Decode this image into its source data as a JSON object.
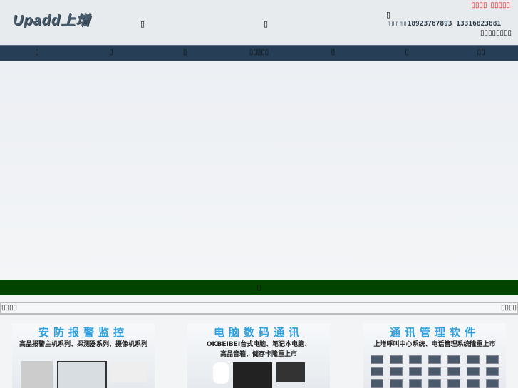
{
  "header": {
    "logo": "Upadd上增",
    "glyph1": "▯",
    "glyph2": "▯",
    "glyph3": "▯",
    "top_links": [
      "▯▯▯▯",
      "▯▯▯▯▯"
    ],
    "phone": "▯▯▯▯▯18923767893 13316823881",
    "subtitle": "▯▯▯▯▯▯▯▯"
  },
  "nav": {
    "items": [
      "▯",
      "▯",
      "▯",
      "▯▯▯▯▯",
      "▯",
      "▯",
      "▯▯"
    ]
  },
  "banner": {
    "glyph": "▯"
  },
  "section_bar": {
    "left": "▯▯▯▯",
    "right": "▯▯▯▯"
  },
  "cards": [
    {
      "title": "安防报警监控",
      "lines": [
        "高品报警主机系列、探测器系列、摄像机系列"
      ]
    },
    {
      "title": "电脑数码通讯",
      "lines": [
        "OKBEIBEI台式电脑、笔记本电脑、",
        "高品音箱、储存卡隆重上市"
      ]
    },
    {
      "title": "通讯管理软件",
      "lines": [
        "上增呼叫中心系统、电话管理系统隆重上市"
      ]
    }
  ]
}
